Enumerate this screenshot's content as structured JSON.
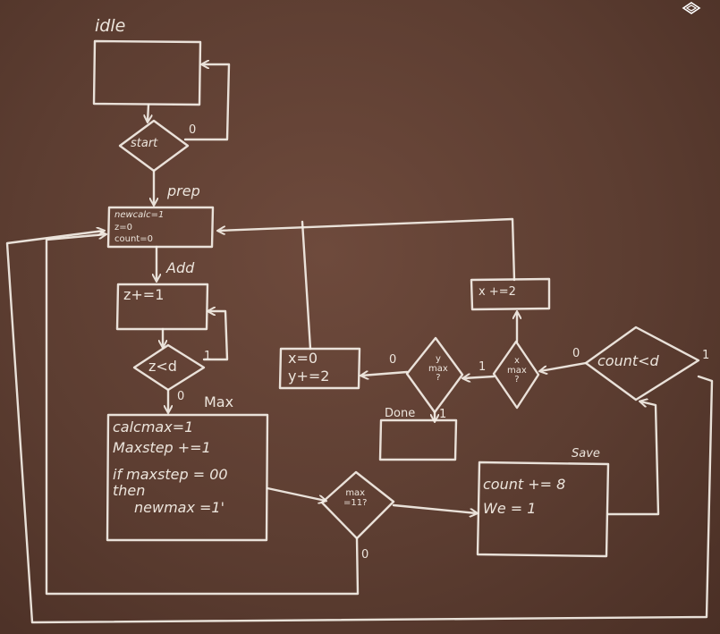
{
  "states": {
    "idle": "idle",
    "prep": "prep",
    "add": "Add",
    "max": "Max",
    "save": "Save"
  },
  "prep_box": {
    "line1": "newcalc=1",
    "line2": "z=0",
    "line3": "count=0"
  },
  "add_box": {
    "line1": "z+=1"
  },
  "max_box": {
    "line1": "calcmax=1",
    "line2": "Maxstep +=1",
    "line3": "if maxstep = 00",
    "line4": "then",
    "line5": "newmax =1'"
  },
  "save_box": {
    "line1": "count += 8",
    "line2": "We = 1"
  },
  "x_reset_box": {
    "line1": "x=0",
    "line2": "y+=2"
  },
  "x_inc_box": {
    "line1": "x +=2"
  },
  "done_label": "Done",
  "decisions": {
    "start": "start",
    "z_lt_d": "z<d",
    "max_eq": "max\n=11?",
    "count_lt_d": "count<d",
    "x_max": "x\nmax\n?",
    "y_max": "y\nmax\n?"
  },
  "edge_labels": {
    "start_zero": "0",
    "z_one": "1",
    "z_zero": "0",
    "max_zero": "0",
    "count_zero": "0",
    "count_one": "1",
    "x_one": "1",
    "y_zero": "0",
    "y_one": "1"
  },
  "colors": {
    "board": "#5c3d31",
    "chalk": "#f4eee6"
  },
  "icons": {
    "corner": "diamond-icon"
  }
}
